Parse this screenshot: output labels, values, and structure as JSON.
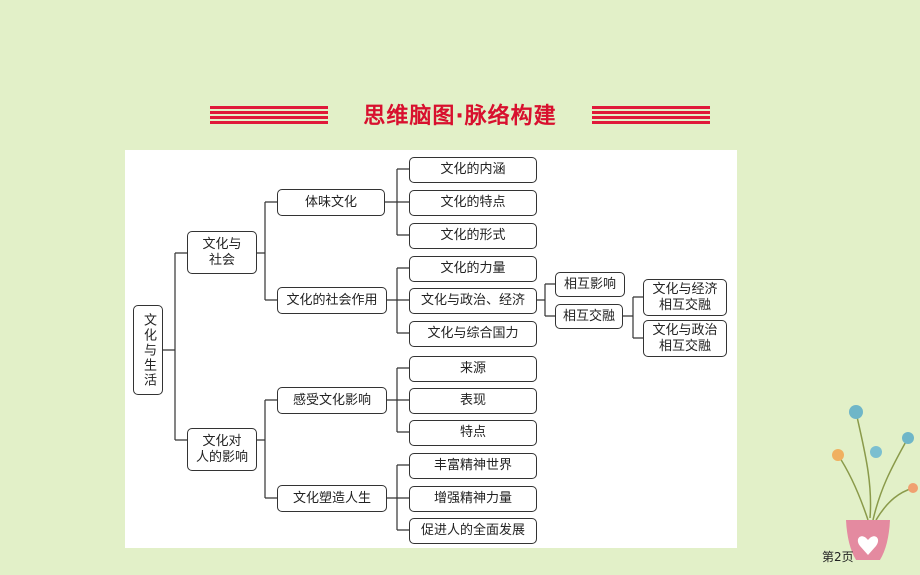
{
  "header": {
    "title": "思维脑图·脉络构建"
  },
  "diagram": {
    "root": "文化与生活",
    "level1": [
      "文化与\n社会",
      "文化对\n人的影响"
    ],
    "level2": [
      "体味文化",
      "文化的社会作用",
      "感受文化影响",
      "文化塑造人生"
    ],
    "leaves": [
      "文化的内涵",
      "文化的特点",
      "文化的形式",
      "文化的力量",
      "文化与政治、经济",
      "文化与综合国力",
      "来源",
      "表现",
      "特点",
      "丰富精神世界",
      "增强精神力量",
      "促进人的全面发展"
    ],
    "sub": [
      "相互影响",
      "相互交融"
    ],
    "subsub": [
      "文化与经济\n相互交融",
      "文化与政治\n相互交融"
    ]
  },
  "footer": {
    "page": "第2页"
  }
}
